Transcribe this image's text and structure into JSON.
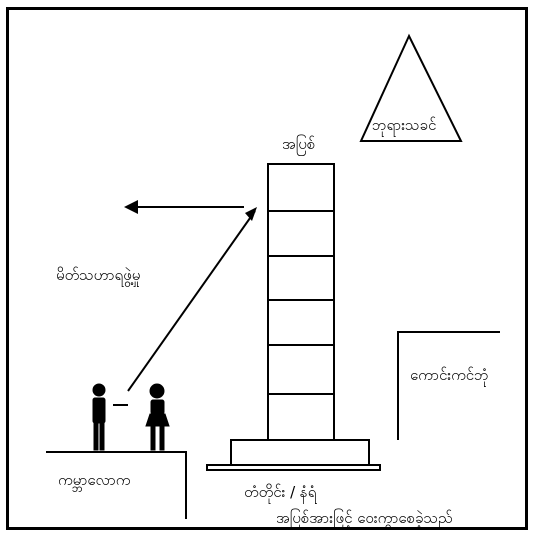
{
  "labels": {
    "heaven": "ဘုရားသခင်",
    "wall": "အပြစ်",
    "love": "မိတ်သဟာရဖွဲ့မှု",
    "good_works": "ကောင်းကင်ဘုံ",
    "world": "ကမ္ဘာလောက",
    "base": "တံတိုင်း / နံရံ",
    "caption": "အပြစ်အားဖြင့် ဝေးကွာစေခဲ့သည်"
  },
  "colors": {
    "ink": "#000000",
    "paper": "#ffffff"
  },
  "icons": [
    "triangle-shape",
    "man-figure",
    "woman-figure",
    "arrow-left-icon"
  ]
}
